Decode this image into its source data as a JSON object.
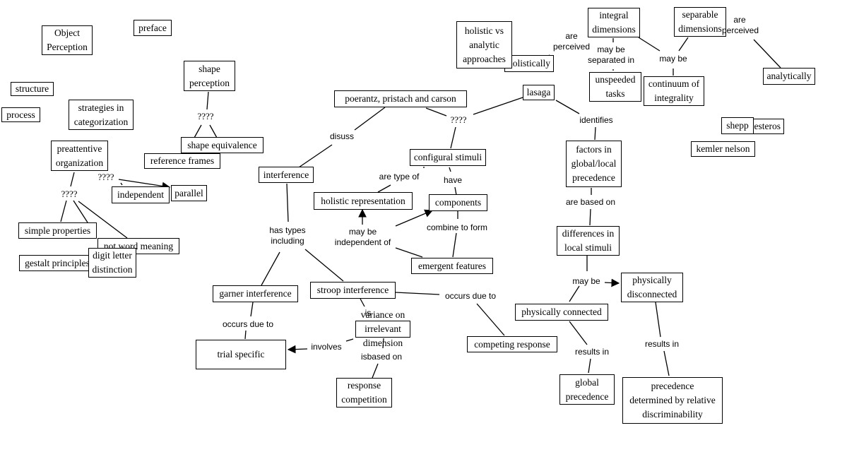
{
  "map": {
    "title": "Object Perception concept map",
    "nodes": [
      {
        "id": "object-perception",
        "text": "Object\nPerception"
      },
      {
        "id": "preface",
        "text": "preface"
      },
      {
        "id": "structure",
        "text": "structure"
      },
      {
        "id": "process",
        "text": "process"
      },
      {
        "id": "strategies-in-categorization",
        "text": "strategies in\ncategorization"
      },
      {
        "id": "shape-perception",
        "text": "shape\nperception"
      },
      {
        "id": "shape-equivalence",
        "text": "shape equivalence"
      },
      {
        "id": "reference-frames",
        "text": "reference frames"
      },
      {
        "id": "preattentive-organization",
        "text": "preattentive\norganization"
      },
      {
        "id": "independent",
        "text": "independent"
      },
      {
        "id": "parallel",
        "text": "parallel"
      },
      {
        "id": "simple-properties",
        "text": "simple properties"
      },
      {
        "id": "not-word-meaning",
        "text": "not word meaning"
      },
      {
        "id": "gestalt-principles",
        "text": "gestalt principles"
      },
      {
        "id": "digit-letter-distinction",
        "text": "digit letter\ndistinction"
      },
      {
        "id": "poerantz",
        "text": "poerantz, pristach and carson"
      },
      {
        "id": "interference",
        "text": "interference"
      },
      {
        "id": "configural-stimuli",
        "text": "configural stimuli"
      },
      {
        "id": "holistic-representation",
        "text": "holistic representation"
      },
      {
        "id": "components",
        "text": "components"
      },
      {
        "id": "emergent-features",
        "text": "emergent features"
      },
      {
        "id": "garner-interference",
        "text": "garner interference"
      },
      {
        "id": "stroop-interference",
        "text": "stroop interference"
      },
      {
        "id": "variance-irrelevant",
        "text": "variance on\nirrelevant dimension"
      },
      {
        "id": "trial-specific",
        "text": "trial specific"
      },
      {
        "id": "response-competition",
        "text": "response\ncompetition"
      },
      {
        "id": "competing-response",
        "text": "competing response"
      },
      {
        "id": "holistic-vs-analytic",
        "text": "holistic vs\nanalytic\napproaches"
      },
      {
        "id": "holistically",
        "text": "holistically"
      },
      {
        "id": "integral-dimensions",
        "text": "integral\ndimensions"
      },
      {
        "id": "separable-dimensions",
        "text": "separable\ndimensions"
      },
      {
        "id": "unspeeded-tasks",
        "text": "unspeeded\ntasks"
      },
      {
        "id": "continuum-of-integrality",
        "text": "continuum of\nintegrality"
      },
      {
        "id": "analytically",
        "text": "analytically"
      },
      {
        "id": "lasaga",
        "text": "lasaga"
      },
      {
        "id": "factors-global-local",
        "text": "factors in\nglobal/local\nprecedence"
      },
      {
        "id": "differences-local-stimuli",
        "text": "differences in\nlocal stimuli"
      },
      {
        "id": "physically-connected",
        "text": "physically connected"
      },
      {
        "id": "physically-disconnected",
        "text": "physically\ndisconnected"
      },
      {
        "id": "global-precedence",
        "text": "global\nprecedence"
      },
      {
        "id": "precedence-relative",
        "text": "precedence\ndetermined by relative\ndiscriminability"
      },
      {
        "id": "shepp",
        "text": "shepp"
      },
      {
        "id": "ballesteros",
        "text": "ballesteros"
      },
      {
        "id": "kemler-nelson",
        "text": "kemler nelson"
      }
    ],
    "links": [
      {
        "id": "q-shape",
        "text": "????"
      },
      {
        "id": "q-preatt-1",
        "text": "????"
      },
      {
        "id": "q-preatt-2",
        "text": "????"
      },
      {
        "id": "disuss",
        "text": "disuss"
      },
      {
        "id": "q-poerantz",
        "text": "????"
      },
      {
        "id": "are-type-of",
        "text": "are type of"
      },
      {
        "id": "have",
        "text": "have"
      },
      {
        "id": "has-types-including",
        "text": "has types\nincluding"
      },
      {
        "id": "may-be-independent-of",
        "text": "may be\nindependent of"
      },
      {
        "id": "combine-to-form",
        "text": "combine to form"
      },
      {
        "id": "occurs-due-to-garner",
        "text": "occurs due to"
      },
      {
        "id": "is",
        "text": "is"
      },
      {
        "id": "involves",
        "text": "involves"
      },
      {
        "id": "isbased-on",
        "text": "isbased on"
      },
      {
        "id": "occurs-due-to-stroop",
        "text": "occurs due to"
      },
      {
        "id": "are-perceived-integral",
        "text": "are\nperceived"
      },
      {
        "id": "may-be-separated-in",
        "text": "may be\nseparated in"
      },
      {
        "id": "may-be-continuum",
        "text": "may be"
      },
      {
        "id": "are-perceived-separable",
        "text": "are\nperceived"
      },
      {
        "id": "identifies",
        "text": "identifies"
      },
      {
        "id": "are-based-on",
        "text": "are based on"
      },
      {
        "id": "may-be-physical",
        "text": "may be"
      },
      {
        "id": "results-in-global",
        "text": "results in"
      },
      {
        "id": "results-in-relative",
        "text": "results in"
      }
    ]
  }
}
